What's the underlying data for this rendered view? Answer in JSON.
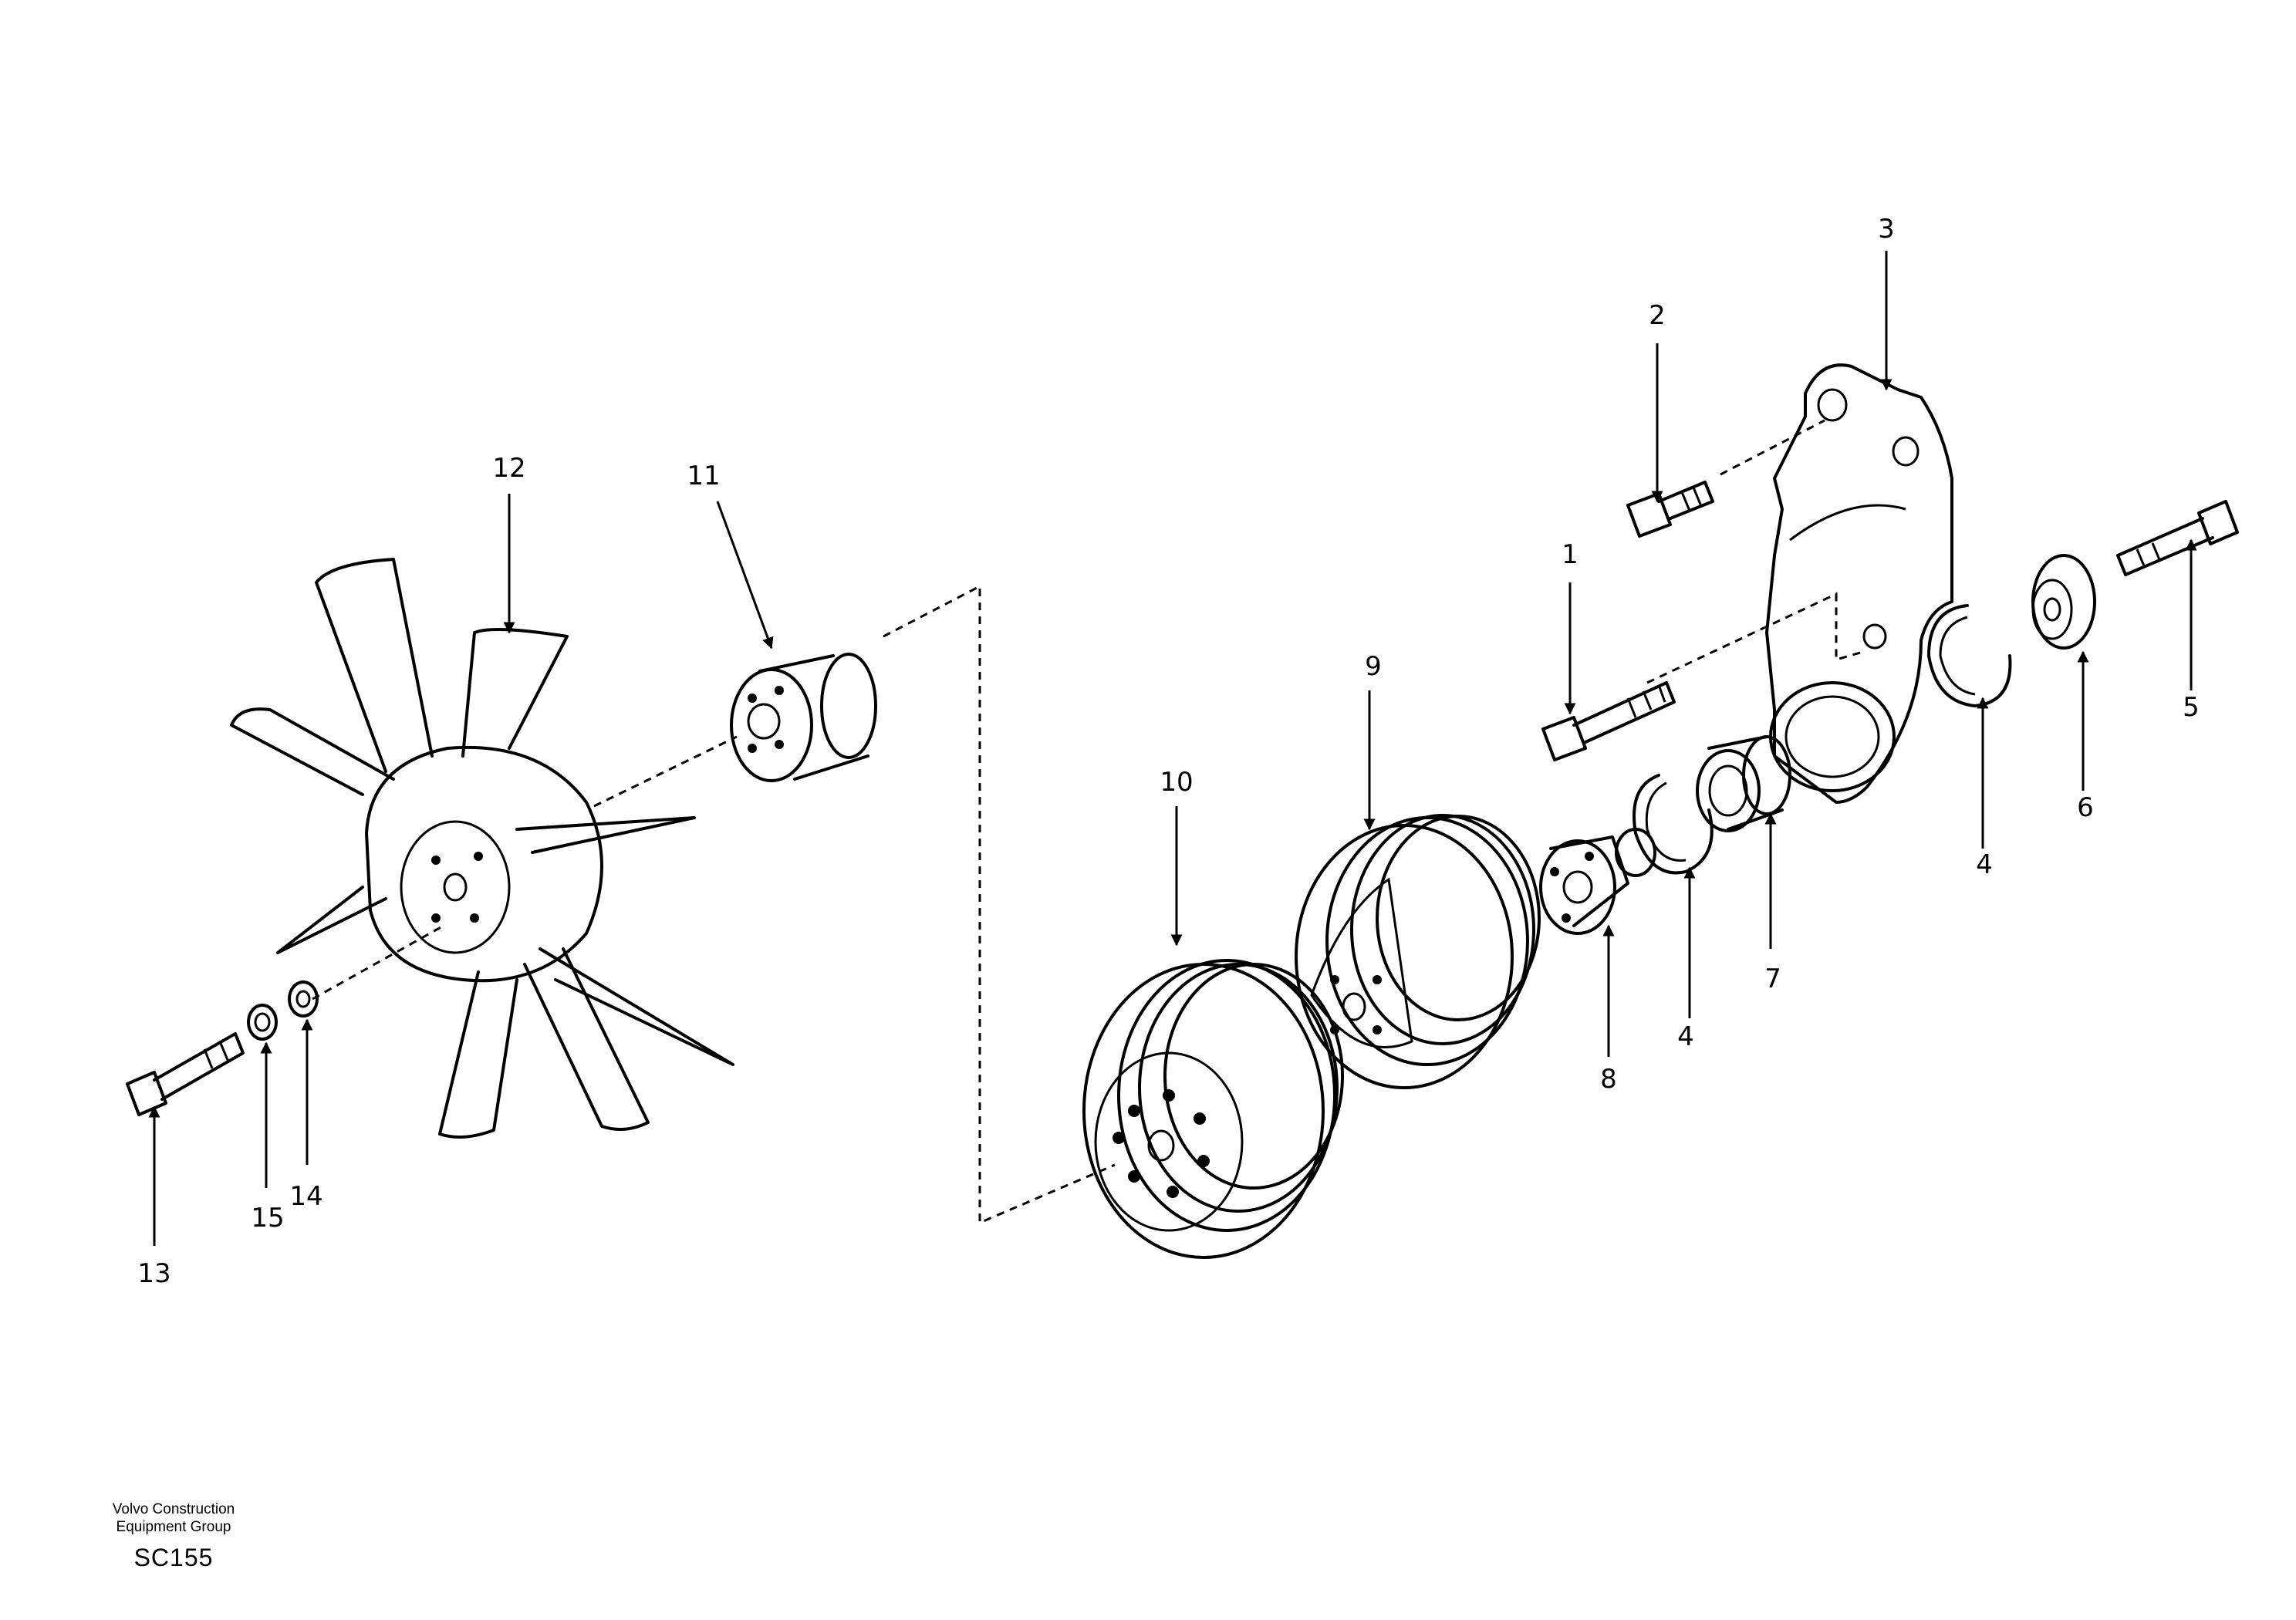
{
  "callouts": [
    {
      "id": "c1",
      "text": "1"
    },
    {
      "id": "c2",
      "text": "2"
    },
    {
      "id": "c3",
      "text": "3"
    },
    {
      "id": "c4a",
      "text": "4"
    },
    {
      "id": "c4b",
      "text": "4"
    },
    {
      "id": "c5",
      "text": "5"
    },
    {
      "id": "c6",
      "text": "6"
    },
    {
      "id": "c7",
      "text": "7"
    },
    {
      "id": "c8",
      "text": "8"
    },
    {
      "id": "c9",
      "text": "9"
    },
    {
      "id": "c10",
      "text": "10"
    },
    {
      "id": "c11",
      "text": "11"
    },
    {
      "id": "c12",
      "text": "12"
    },
    {
      "id": "c13",
      "text": "13"
    },
    {
      "id": "c14",
      "text": "14"
    },
    {
      "id": "c15",
      "text": "15"
    }
  ],
  "footer": {
    "org_line1": "Volvo Construction",
    "org_line2": "Equipment Group",
    "code": "SC155"
  }
}
